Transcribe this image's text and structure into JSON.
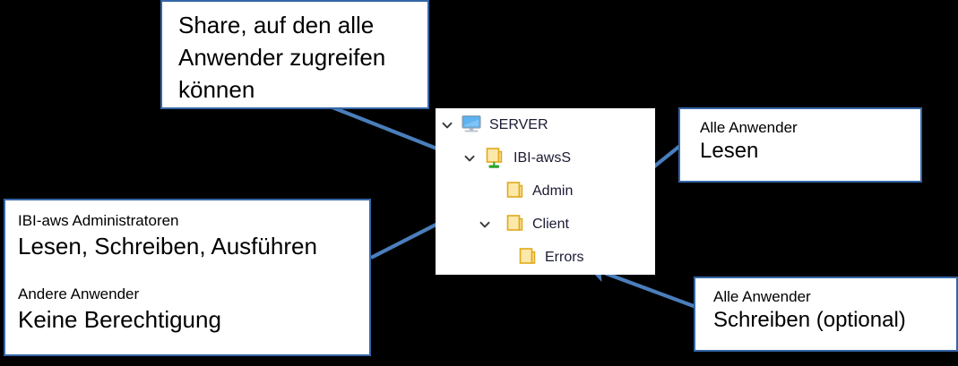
{
  "colors": {
    "background": "#000000",
    "box_border": "#3566A8",
    "box_fill": "#ffffff",
    "arrow": "#4A7EBB",
    "folder_body": "#FCE8A8",
    "folder_outline": "#E0A91C",
    "share_base": "#2DA42D",
    "monitor_screen": "#4AA3E8",
    "text": "#000000",
    "tree_text": "#1a1a33"
  },
  "callouts": {
    "share": {
      "name": "share-callout",
      "lines": [
        "Share, auf den alle",
        "Anwender zugreifen",
        "können"
      ]
    },
    "admins": {
      "name": "admins-callout",
      "group1_heading": "IBI-aws Administratoren",
      "group1_value": "Lesen, Schreiben, Ausführen",
      "group2_heading": "Andere Anwender",
      "group2_value": "Keine Berechtigung"
    },
    "read": {
      "name": "read-callout",
      "heading": "Alle Anwender",
      "value": "Lesen"
    },
    "write": {
      "name": "write-callout",
      "heading": "Alle Anwender",
      "value": "Schreiben (optional)"
    }
  },
  "tree": {
    "name": "explorer-tree",
    "rows": [
      {
        "label": "SERVER",
        "icon": "monitor-icon",
        "expanded": true,
        "has_chevron": true,
        "depth": 0
      },
      {
        "label": "IBI-awsS",
        "icon": "shared-folder-icon",
        "expanded": true,
        "has_chevron": true,
        "depth": 1
      },
      {
        "label": "Admin",
        "icon": "folder-icon",
        "expanded": false,
        "has_chevron": false,
        "depth": 2
      },
      {
        "label": "Client",
        "icon": "folder-icon",
        "expanded": true,
        "has_chevron": true,
        "depth": 2
      },
      {
        "label": "Errors",
        "icon": "folder-icon",
        "expanded": false,
        "has_chevron": false,
        "depth": 3
      }
    ]
  },
  "arrows": [
    {
      "name": "arrow-share-to-ibiaws",
      "from": "share-callout",
      "to": "IBI-awsS"
    },
    {
      "name": "arrow-admins-to-admin",
      "from": "admins-callout",
      "to": "Admin"
    },
    {
      "name": "arrow-read-to-client",
      "from": "read-callout",
      "to": "Client"
    },
    {
      "name": "arrow-write-to-errors",
      "from": "write-callout",
      "to": "Errors"
    }
  ]
}
